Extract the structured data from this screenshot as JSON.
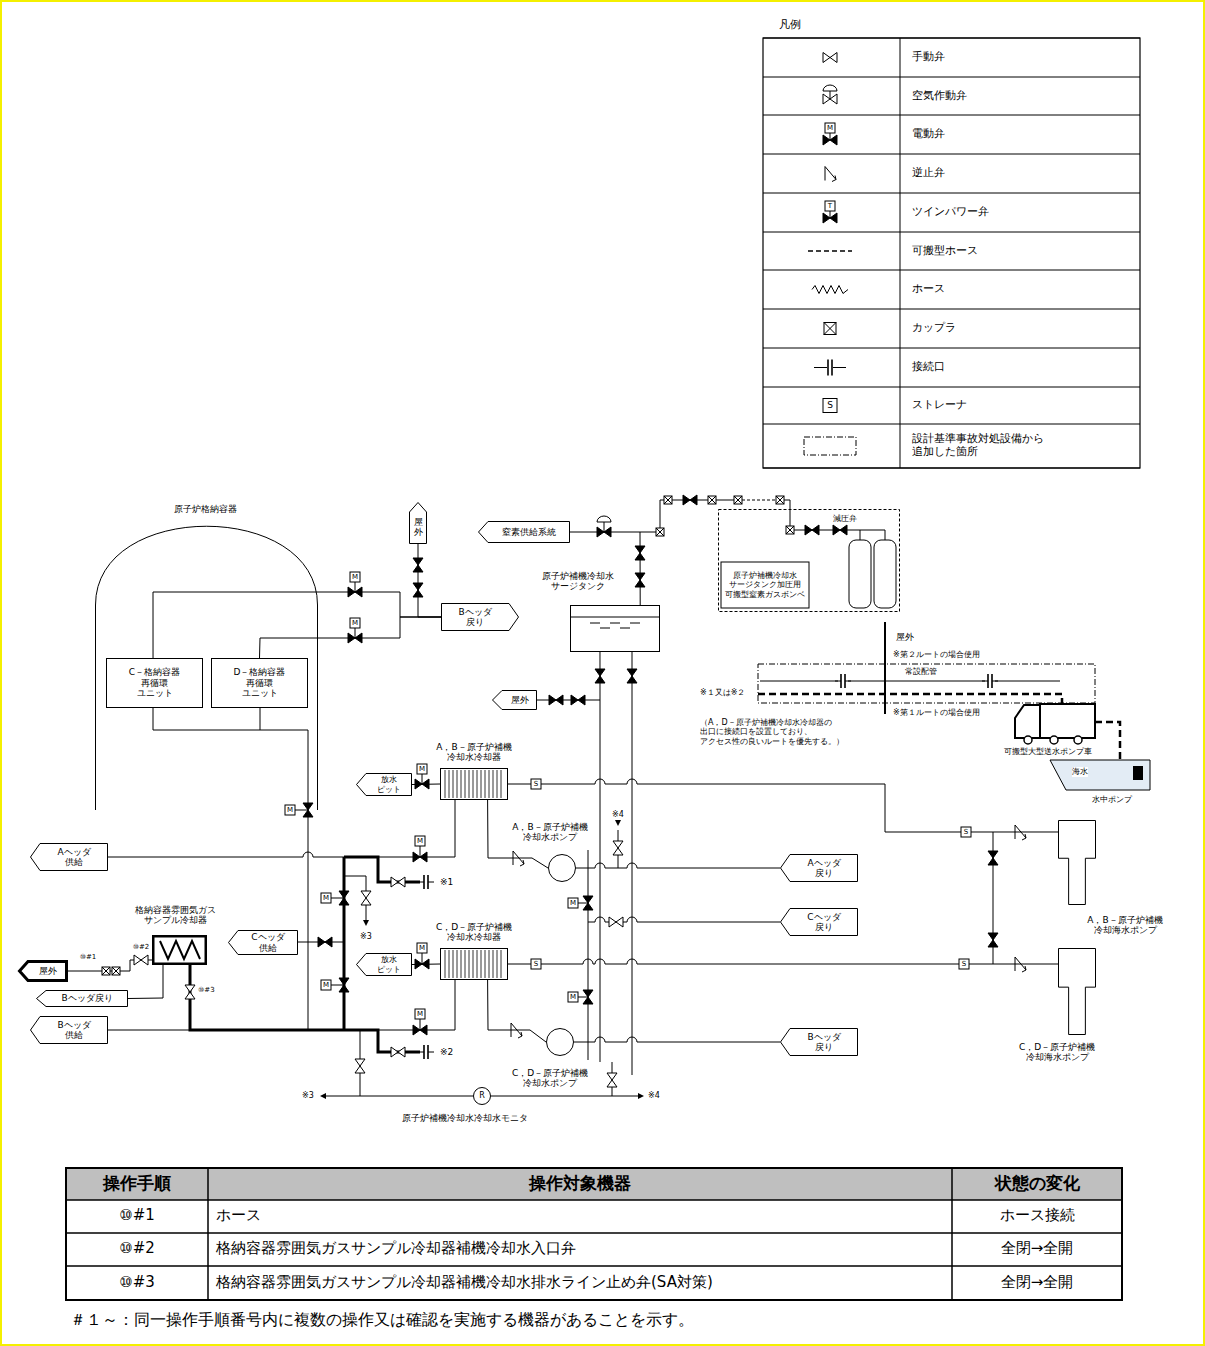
{
  "diagram": {
    "nodes": [
      {
        "text": [
          "原子炉格納容器"
        ]
      },
      {
        "text": [
          "C－格納容器 再循環 ユニット"
        ],
        "in": 0
      },
      {
        "text": [
          "D－格納容器 再循環 ユニット"
        ],
        "in": 0
      },
      {
        "text": [
          "屋外"
        ]
      },
      {
        "text": [
          "窒素供給系統"
        ]
      },
      {
        "text": [
          "原子炉補機冷却水 サージタンク加圧用 可搬型窒素ガスボンベ"
        ]
      },
      {
        "text": [
          "Bヘッダ 戻り"
        ]
      },
      {
        "text": [
          "原子炉補機冷却水 サージタンク"
        ]
      },
      {
        "text": [
          "屋外"
        ]
      },
      {
        "text": [
          "A，B－原子炉補機 冷却水冷却器"
        ]
      },
      {
        "text": [
          "放水 ピット"
        ]
      },
      {
        "text": [
          "Aヘッダ 供給"
        ]
      },
      {
        "text": [
          "A，B－原子炉補機 冷却水ポンプ"
        ]
      },
      {
        "text": [
          "Aヘッダ 戻り"
        ]
      },
      {
        "text": [
          "Cヘッダ 戻り"
        ]
      },
      {
        "text": [
          "C，D－原子炉補機 冷却水冷却器"
        ]
      },
      {
        "text": [
          "格納容器雰囲気ガス サンプル冷却器"
        ]
      },
      {
        "text": [
          "Cヘッダ 供給"
        ]
      },
      {
        "text": [
          "放水 ピット"
        ]
      },
      {
        "text": [
          "屋外"
        ]
      },
      {
        "text": [
          "Bヘッダ戻り"
        ]
      },
      {
        "text": [
          "Bヘッダ 供給"
        ]
      },
      {
        "text": [
          "C，D－原子炉補機 冷却水ポンプ"
        ]
      },
      {
        "text": [
          "Bヘッダ 戻り"
        ]
      },
      {
        "text": [
          "R",
          "原子炉補機冷却水冷却水モニタ"
        ]
      },
      {
        "text": [
          "A，B－原子炉補機 冷却海水ポンプ"
        ]
      },
      {
        "text": [
          "C，D－原子炉補機 冷却海水ポンプ"
        ]
      }
    ],
    "edges": [
      {
        "from": 4,
        "to": 7,
        "arrow": "none"
      },
      {
        "from": 7,
        "to": 8,
        "arrow": "none"
      },
      {
        "from": 1,
        "to": 6,
        "arrow": "none"
      },
      {
        "from": 2,
        "to": 6,
        "arrow": "none"
      },
      {
        "from": 3,
        "to": 6,
        "arrow": "none"
      },
      {
        "from": 25,
        "to": 9,
        "arrow": "none"
      },
      {
        "from": 26,
        "to": 15,
        "arrow": "none"
      },
      {
        "from": 9,
        "to": 10,
        "arrow": "none"
      },
      {
        "from": 15,
        "to": 18,
        "arrow": "none"
      },
      {
        "from": 12,
        "to": 13,
        "arrow": "none"
      },
      {
        "from": 22,
        "to": 23,
        "arrow": "none"
      },
      {
        "from": 16,
        "to": 19,
        "arrow": "none"
      },
      {
        "from": 16,
        "to": 20,
        "arrow": "none"
      },
      {
        "from": 11,
        "to": 9,
        "arrow": "none"
      },
      {
        "from": 9,
        "to": 12,
        "arrow": "none"
      },
      {
        "from": 15,
        "to": 22,
        "arrow": "none"
      }
    ],
    "labels": [
      "凡例",
      "減圧弁",
      "屋外",
      "※第２ルートの場合使用",
      "常設配管",
      "※１又は※２",
      "※第１ルートの場合使用",
      "（A，D－原子炉補機冷却水冷却器の 出口に接続口を設置しており、 アクセス性の良いルートを優先する。）",
      "可搬型大型送水ポンプ車",
      "海水",
      "水中ポンプ",
      "※4",
      "※1",
      "※3",
      "⑩#1",
      "⑩#2",
      "⑩#3",
      "※2",
      "※3",
      "※4",
      "M",
      "T",
      "S",
      "M",
      "M",
      "M",
      "M",
      "M",
      "M",
      "M",
      "M",
      "M",
      "M",
      "M",
      "S",
      "S",
      "S",
      "S",
      "操作手順",
      "操作対象機器",
      "状態の変化",
      "⑩#1",
      "ホース",
      "ホース接続",
      "⑩#2",
      "格納容器雰囲気ガスサンプル冷却器補機冷却水入口弁",
      "全閉→全開",
      "⑩#3",
      "格納容器雰囲気ガスサンプル冷却器補機冷却水排水ライン止め弁(SA対策)",
      "全閉→全開",
      "＃１～：同一操作手順番号内に複数の操作又は確認を実施する機器があることを示す。"
    ],
    "legend": [
      {
        "text": "手動弁"
      },
      {
        "text": "空気作動弁"
      },
      {
        "text": "電動弁"
      },
      {
        "text": "逆止弁"
      },
      {
        "text": "ツインパワー弁"
      },
      {
        "text": "可搬型ホース"
      },
      {
        "text": "ホース"
      },
      {
        "text": "カップラ"
      },
      {
        "text": "接続口"
      },
      {
        "text": "ストレーナ"
      },
      {
        "text": "設計基準事故対処設備から 追加した箇所"
      }
    ]
  }
}
